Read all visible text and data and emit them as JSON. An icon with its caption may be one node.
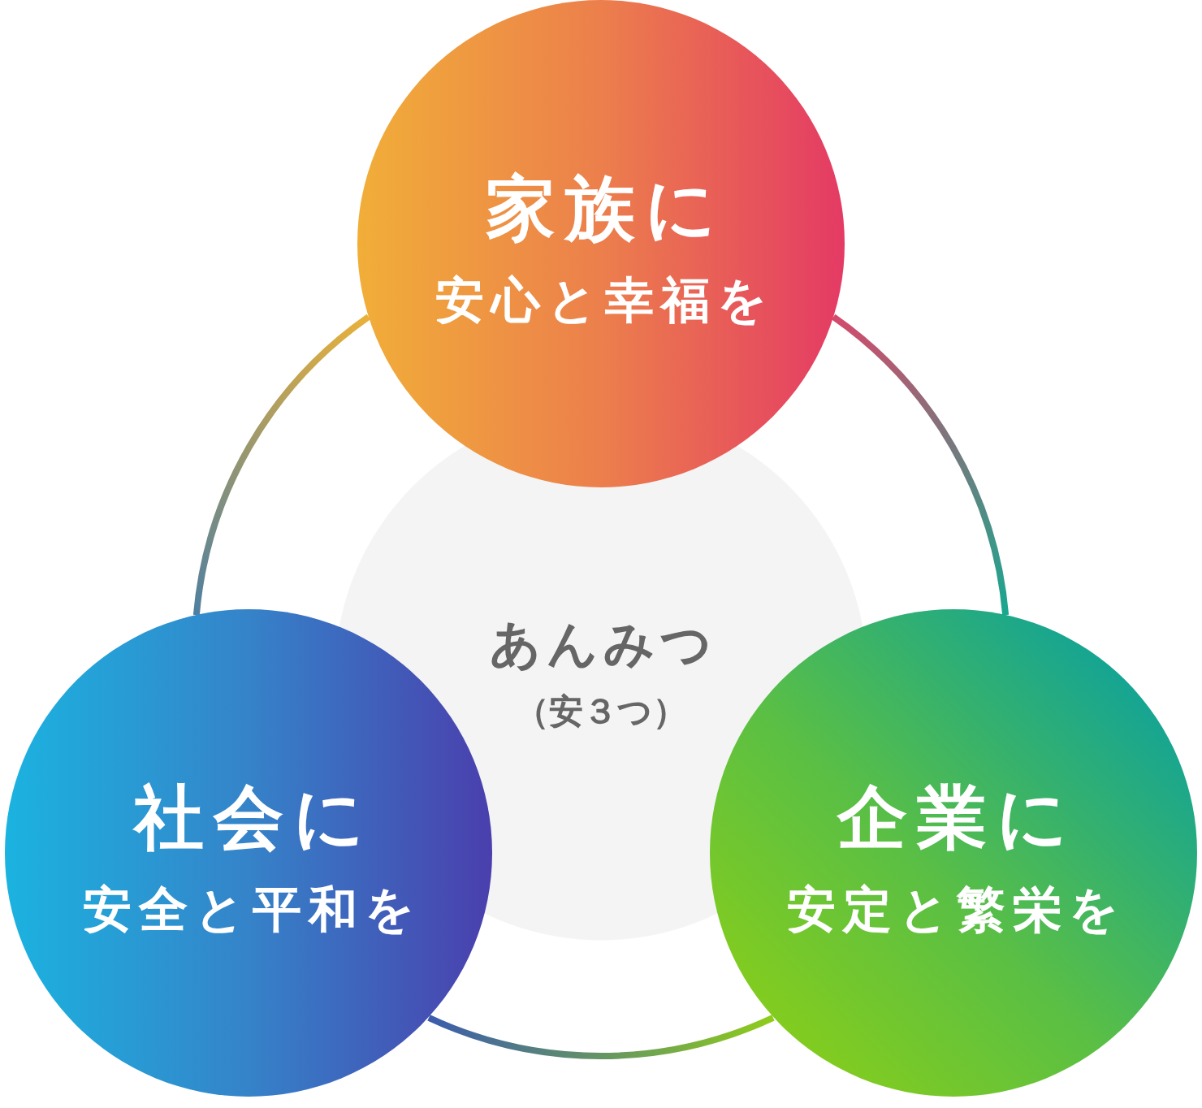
{
  "diagram": {
    "nodes": [
      {
        "text": [
          "家族に",
          "安心と幸福を"
        ]
      },
      {
        "text": [
          "あんみつ",
          "（安３つ）"
        ]
      },
      {
        "text": [
          "社会に",
          "安全と平和を"
        ]
      },
      {
        "text": [
          "企業に",
          "安定と繁栄を"
        ]
      }
    ],
    "edges": [
      {
        "from": 0,
        "to": 2,
        "arrow": "none"
      },
      {
        "from": 0,
        "to": 3,
        "arrow": "none"
      },
      {
        "from": 2,
        "to": 3,
        "arrow": "none"
      }
    ]
  }
}
